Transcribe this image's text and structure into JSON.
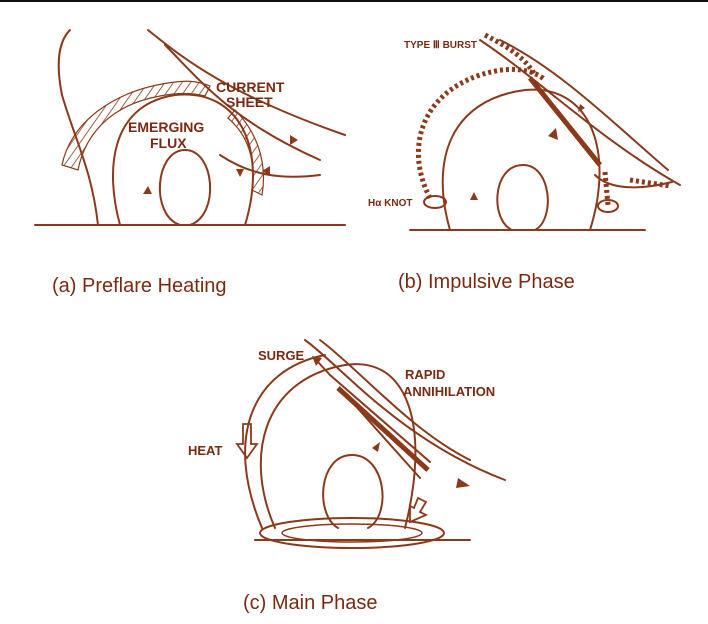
{
  "panels": {
    "a": {
      "caption": "(a)  Preflare Heating",
      "labels": {
        "current_sheet_1": "CURRENT",
        "current_sheet_2": "SHEET",
        "emerging_1": "EMERGING",
        "emerging_2": "FLUX"
      }
    },
    "b": {
      "caption": "(b)    Impulsive Phase",
      "labels": {
        "type_burst": "TYPE Ⅲ BURST",
        "h_knot": "Hα KNOT"
      }
    },
    "c": {
      "caption": "(c)    Main Phase",
      "labels": {
        "surge": "SURGE",
        "rapid": "RAPID",
        "annihilation": "ANNIHILATION",
        "heat": "HEAT"
      }
    }
  },
  "colors": {
    "ink": "#8a3a1a",
    "text": "#7a2a10",
    "background": "#ffffff"
  }
}
